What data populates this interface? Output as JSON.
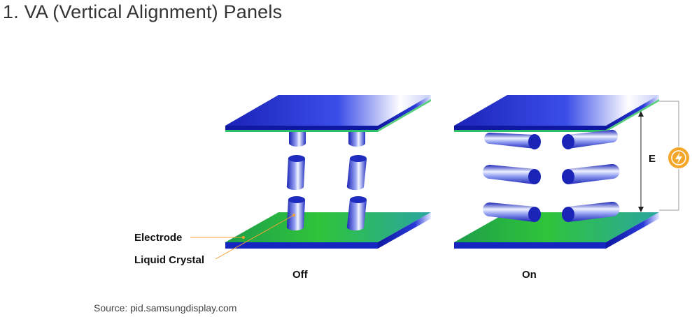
{
  "title": "1. VA (Vertical Alignment) Panels",
  "labels": {
    "electrode": "Electrode",
    "liquid_crystal": "Liquid Crystal",
    "off": "Off",
    "on": "On",
    "field": "E"
  },
  "source": "Source: pid.samsungdisplay.com",
  "colors": {
    "top_plate": "#1f2fd0",
    "bottom_plate_surface": "#2fbf3f",
    "crystal": "#2231c8",
    "leader_line": "#f0a030",
    "power_icon": "#f4a62a",
    "circuit_line": "#9a9a9a"
  },
  "icons": [
    "lightning-icon"
  ]
}
